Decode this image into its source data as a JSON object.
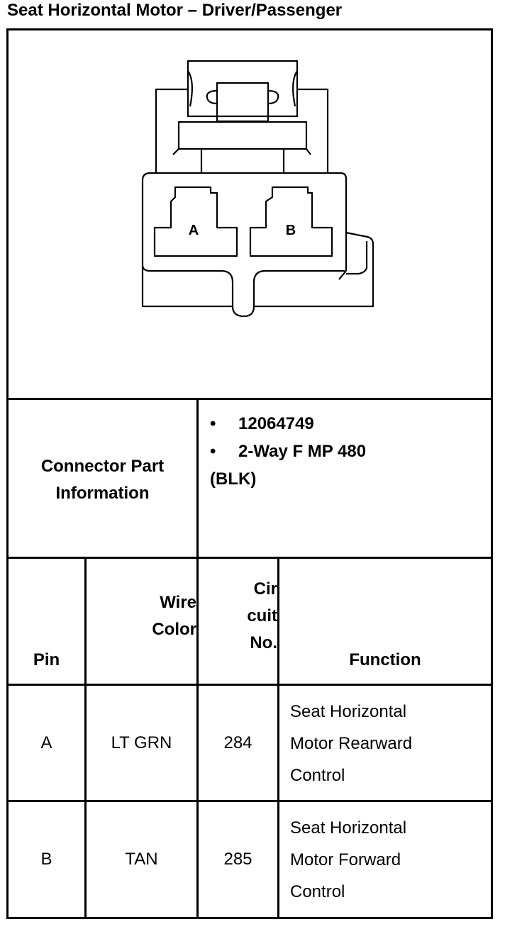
{
  "title": "Seat Horizontal Motor – Driver/Passenger",
  "diagram": {
    "cavity_a": "A",
    "cavity_b": "B"
  },
  "connector": {
    "label_line1": "Connector Part",
    "label_line2": "Information",
    "bullet": "•",
    "part_number": "12064749",
    "description": "2-Way F MP 480",
    "description_cont": "(BLK)"
  },
  "table": {
    "headers": {
      "pin": "Pin",
      "wire_color_1": "Wire",
      "wire_color_2": "Color",
      "circuit_1": "Cir",
      "circuit_2": "cuit",
      "circuit_3": "No.",
      "function": "Function"
    },
    "rows": [
      {
        "pin": "A",
        "wire_color": "LT GRN",
        "circuit": "284",
        "function_1": "Seat Horizontal",
        "function_2": "Motor Rearward",
        "function_3": "Control"
      },
      {
        "pin": "B",
        "wire_color": "TAN",
        "circuit": "285",
        "function_1": "Seat Horizontal",
        "function_2": "Motor Forward",
        "function_3": "Control"
      }
    ]
  }
}
